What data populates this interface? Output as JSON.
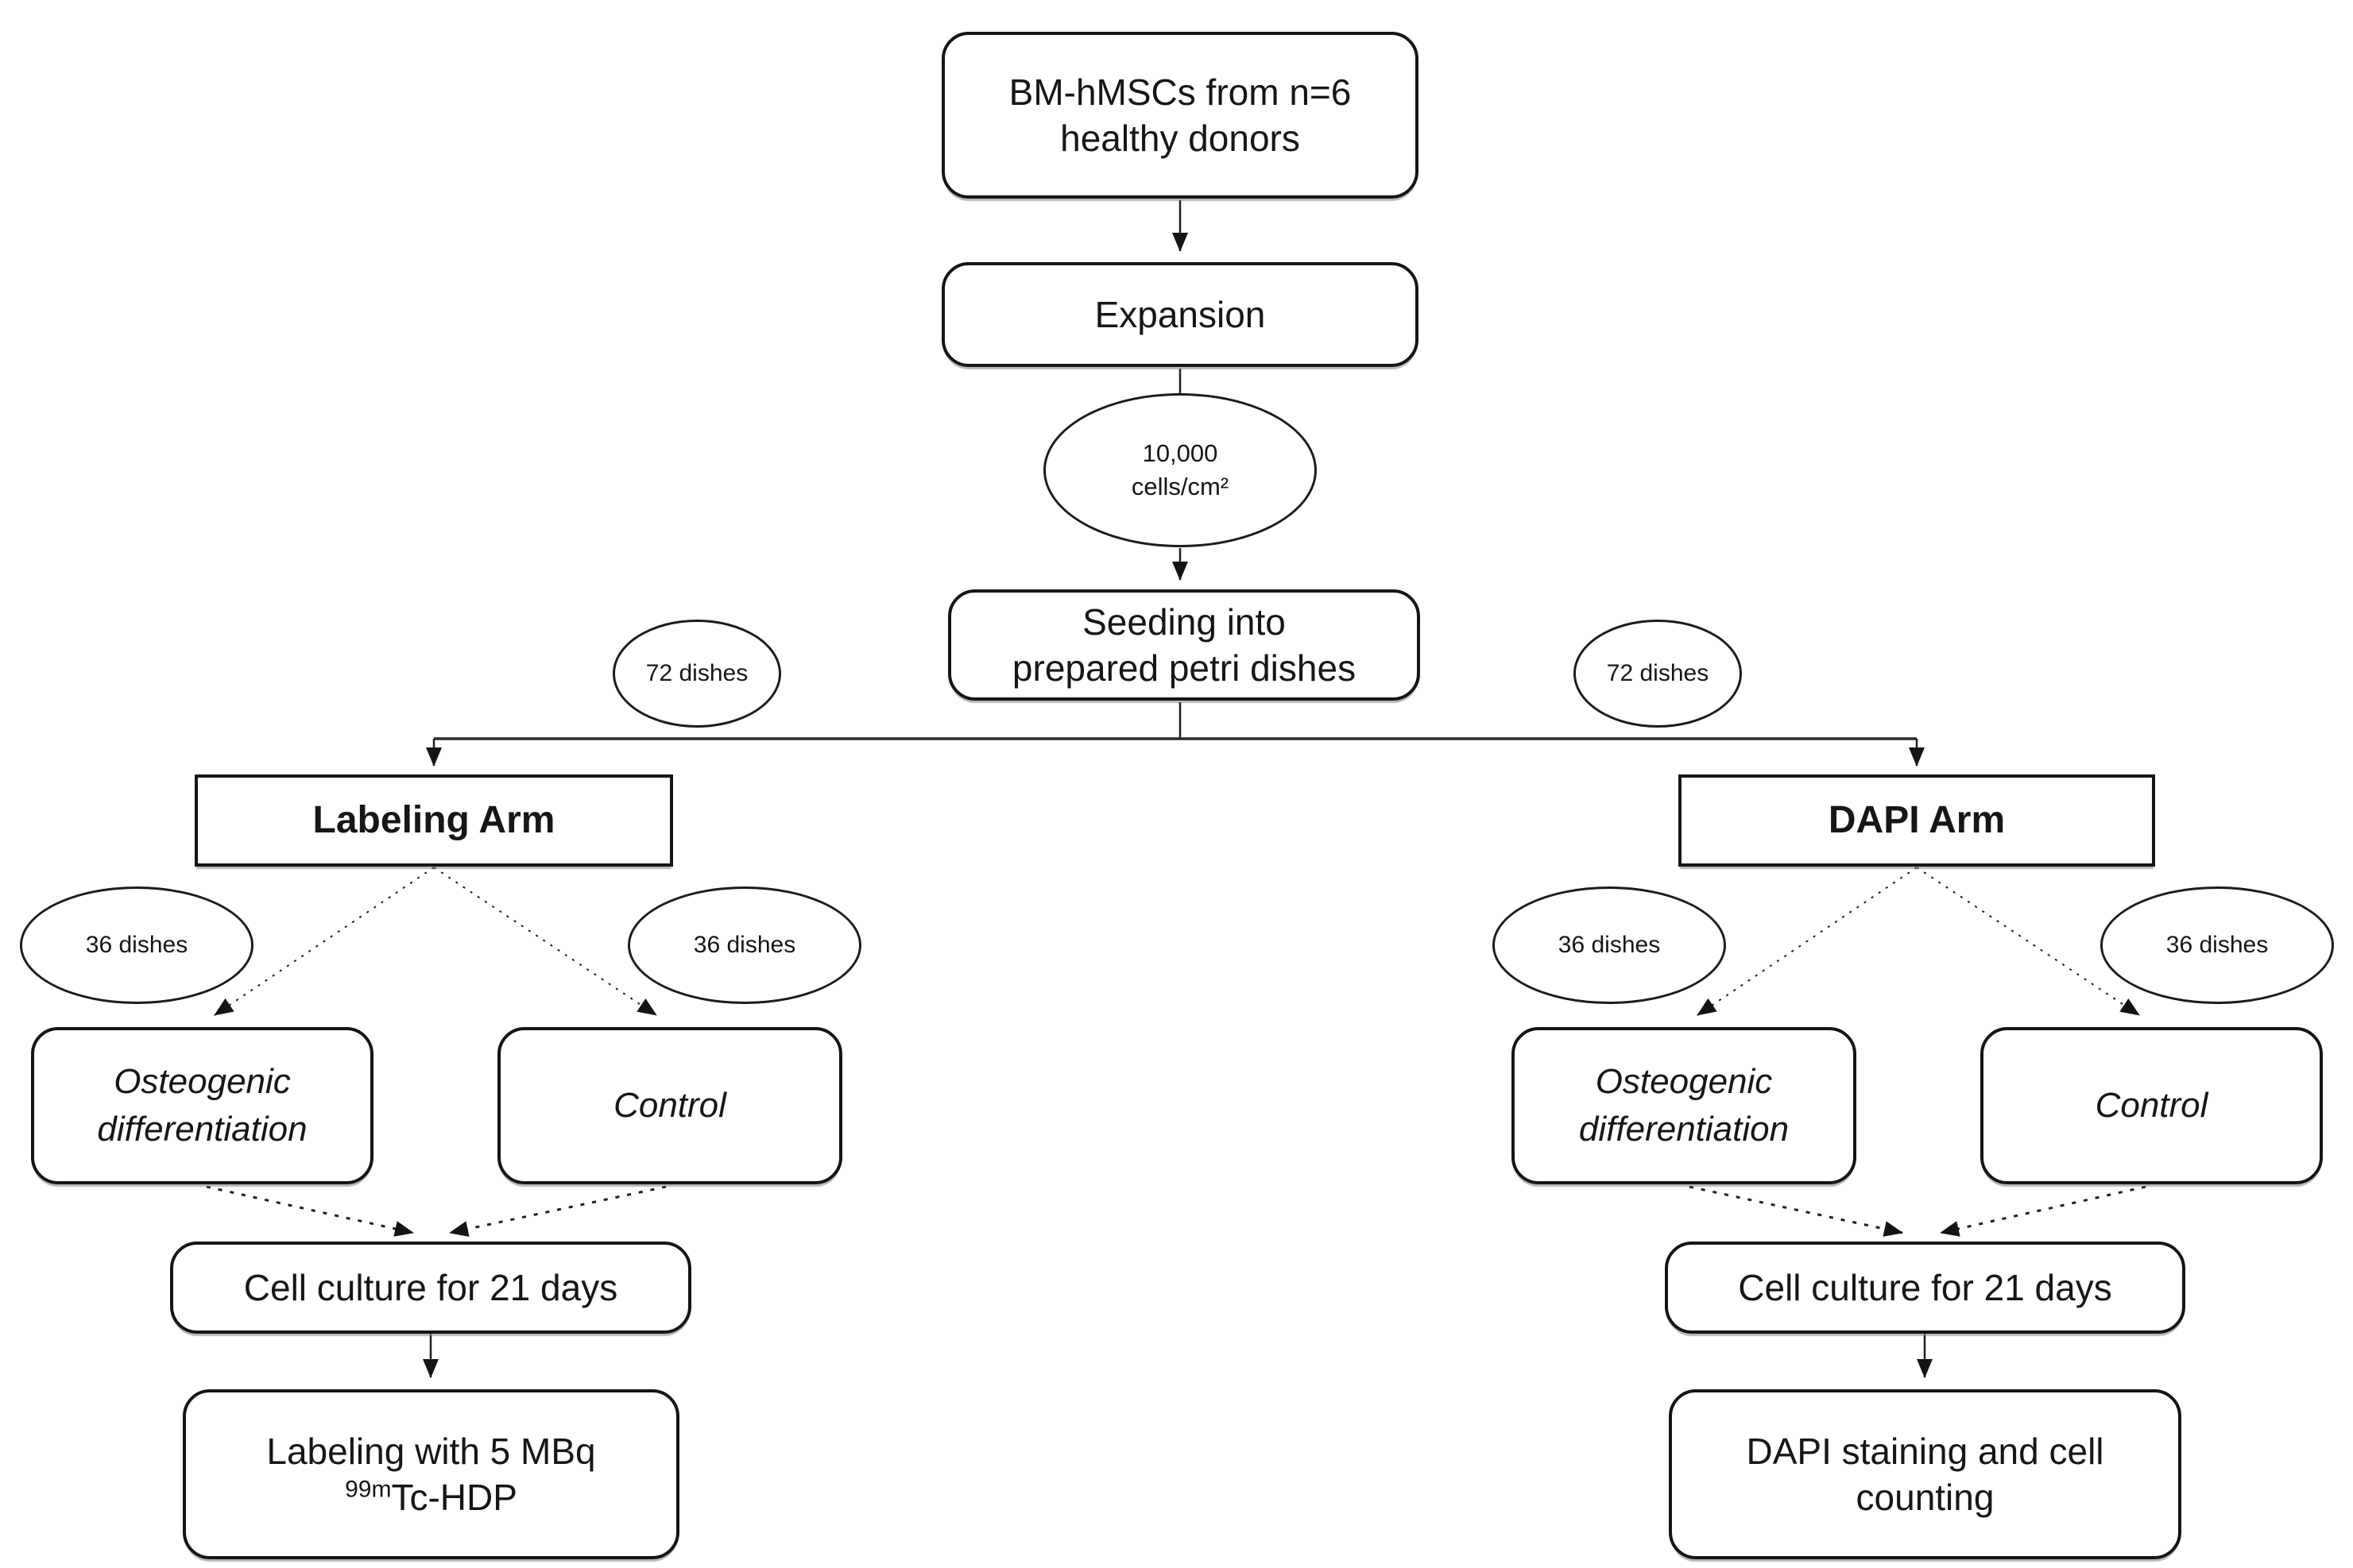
{
  "diagram_type": "flowchart",
  "colors": {
    "background": "#ffffff",
    "box_border": "#151515",
    "line": "#1f1f1f",
    "text": "#161616"
  },
  "nodes": {
    "donors": {
      "line1": "BM-hMSCs from n=6",
      "line2": "healthy donors"
    },
    "expansion": {
      "label": "Expansion"
    },
    "density": {
      "line1": "10,000",
      "line2": "cells/cm²"
    },
    "seeding": {
      "line1": "Seeding into",
      "line2": "prepared petri dishes"
    },
    "dishes72_left": {
      "label": "72 dishes"
    },
    "dishes72_right": {
      "label": "72 dishes"
    },
    "labeling_arm": {
      "label": "Labeling Arm"
    },
    "dapi_arm": {
      "label": "DAPI Arm"
    },
    "dishes36_labeling_left": {
      "label": "36 dishes"
    },
    "dishes36_labeling_right": {
      "label": "36 dishes"
    },
    "dishes36_dapi_left": {
      "label": "36 dishes"
    },
    "dishes36_dapi_right": {
      "label": "36 dishes"
    },
    "osteogenic_left": {
      "line1": "Osteogenic",
      "line2": "differentiation"
    },
    "control_left": {
      "label": "Control"
    },
    "osteogenic_right": {
      "line1": "Osteogenic",
      "line2": "differentiation"
    },
    "control_right": {
      "label": "Control"
    },
    "culture_left": {
      "label": "Cell culture for 21 days"
    },
    "culture_right": {
      "label": "Cell culture for 21 days"
    },
    "tc_labeling": {
      "line1": "Labeling with 5 MBq",
      "isotope_sup": "99m",
      "isotope_rest": "Tc-HDP"
    },
    "dapi_staining": {
      "line1": "DAPI staining and cell",
      "line2": "counting"
    }
  }
}
